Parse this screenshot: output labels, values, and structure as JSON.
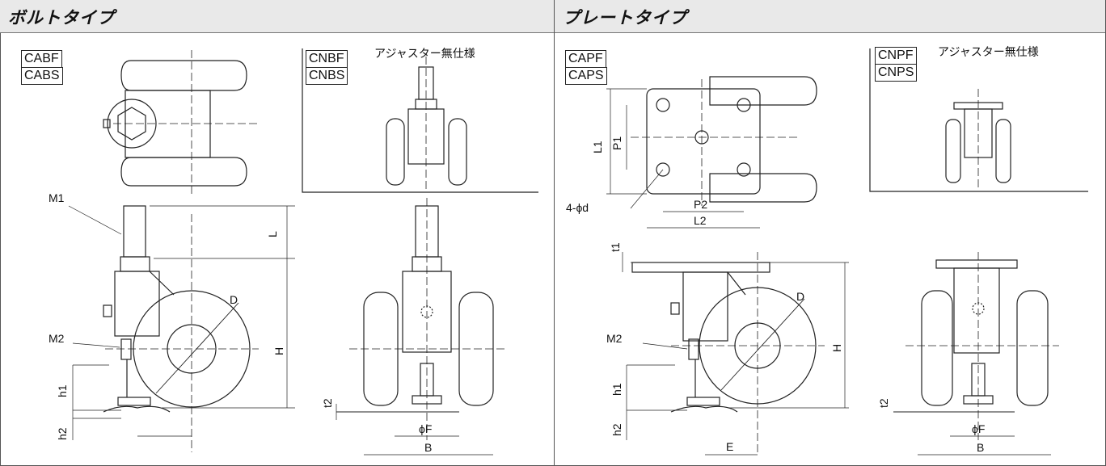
{
  "headers": {
    "left": "ボルトタイプ",
    "right": "プレートタイプ"
  },
  "models": {
    "bolt_main": [
      "CABF",
      "CABS"
    ],
    "bolt_sub": [
      "CNBF",
      "CNBS"
    ],
    "plate_main": [
      "CAPF",
      "CAPS"
    ],
    "plate_sub": [
      "CNPF",
      "CNPS"
    ]
  },
  "notes": {
    "bolt_sub": "アジャスター無仕様",
    "plate_sub": "アジャスター無仕様"
  },
  "dims": {
    "M1": "M1",
    "M2": "M2",
    "L": "L",
    "H": "H",
    "D": "D",
    "h1": "h1",
    "h2": "h2",
    "t1": "t1",
    "t2": "t2",
    "B": "B",
    "phiF": "ϕF",
    "E": "E",
    "L1": "L1",
    "P1": "P1",
    "L2": "L2",
    "P2": "P2",
    "hole": "4-ϕd"
  }
}
